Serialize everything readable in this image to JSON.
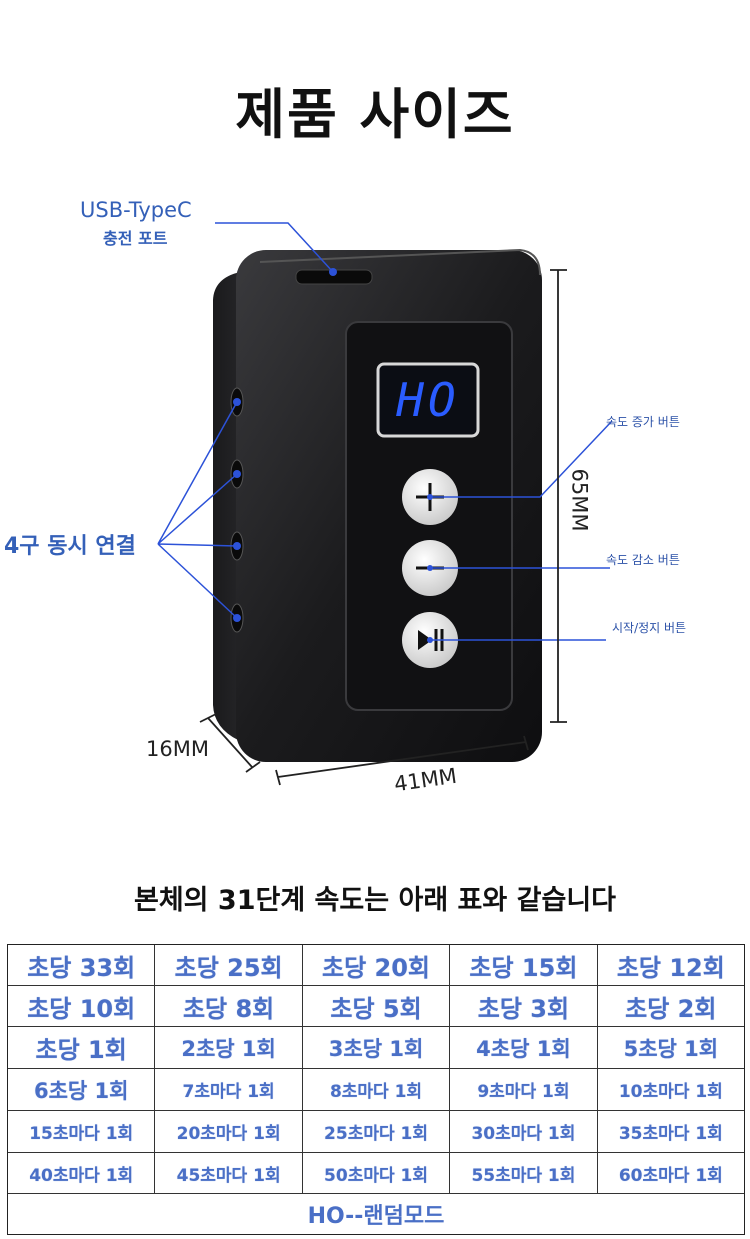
{
  "title": "제품 사이즈",
  "labels": {
    "usb_line1": "USB-TypeC",
    "usb_line2": "충전 포트",
    "ports": "4구 동시 연결",
    "speed_up": "속도 증가 버튼",
    "speed_down": "속도 감소 버튼",
    "start_stop": "시작/정지 버튼"
  },
  "display_text": "HO",
  "dimensions": {
    "depth": "16MM",
    "width": "41MM",
    "height": "65MM"
  },
  "subtitle": "본체의 31단계 속도는 아래 표와 같습니다",
  "table": {
    "rows": [
      [
        "초당 33회",
        "초당 25회",
        "초당 20회",
        "초당 15회",
        "초당 12회"
      ],
      [
        "초당 10회",
        "초당 8회",
        "초당 5회",
        "초당 3회",
        "초당 2회"
      ],
      [
        "초당 1회",
        "2초당 1회",
        "3초당 1회",
        "4초당 1회",
        "5초당 1회"
      ],
      [
        "6초당 1회",
        "7초마다 1회",
        "8초마다 1회",
        "9초마다 1회",
        "10초마다 1회"
      ],
      [
        "15초마다 1회",
        "20초마다 1회",
        "25초마다 1회",
        "30초마다 1회",
        "35초마다 1회"
      ],
      [
        "40초마다 1회",
        "45초마다 1회",
        "50초마다 1회",
        "55초마다 1회",
        "60초마다 1회"
      ]
    ],
    "random_mode": "HO--랜덤모드"
  },
  "colors": {
    "label_blue": "#3460b8",
    "table_text": "#4a6fc6",
    "lcd_blue": "#2a5cff",
    "device_body": "#1c1c1e"
  }
}
